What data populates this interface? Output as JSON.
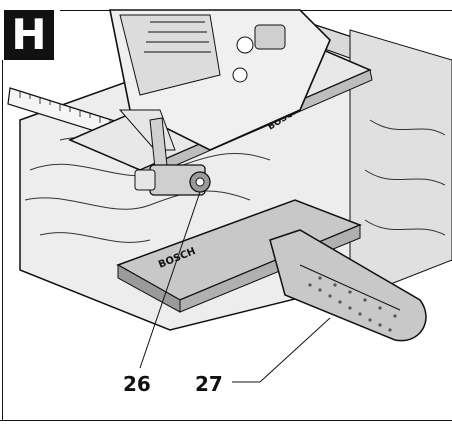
{
  "figure": {
    "label": "H"
  },
  "callouts": [
    {
      "number": "26"
    },
    {
      "number": "27"
    }
  ],
  "brand_marks": {
    "saw_plate": "BOSCH",
    "guide": "BOSCH"
  },
  "colors": {
    "ink": "#111111",
    "fill_light": "#e6e6e6",
    "fill_mid": "#c8c8c8",
    "fill_dark": "#9a9a9a"
  }
}
